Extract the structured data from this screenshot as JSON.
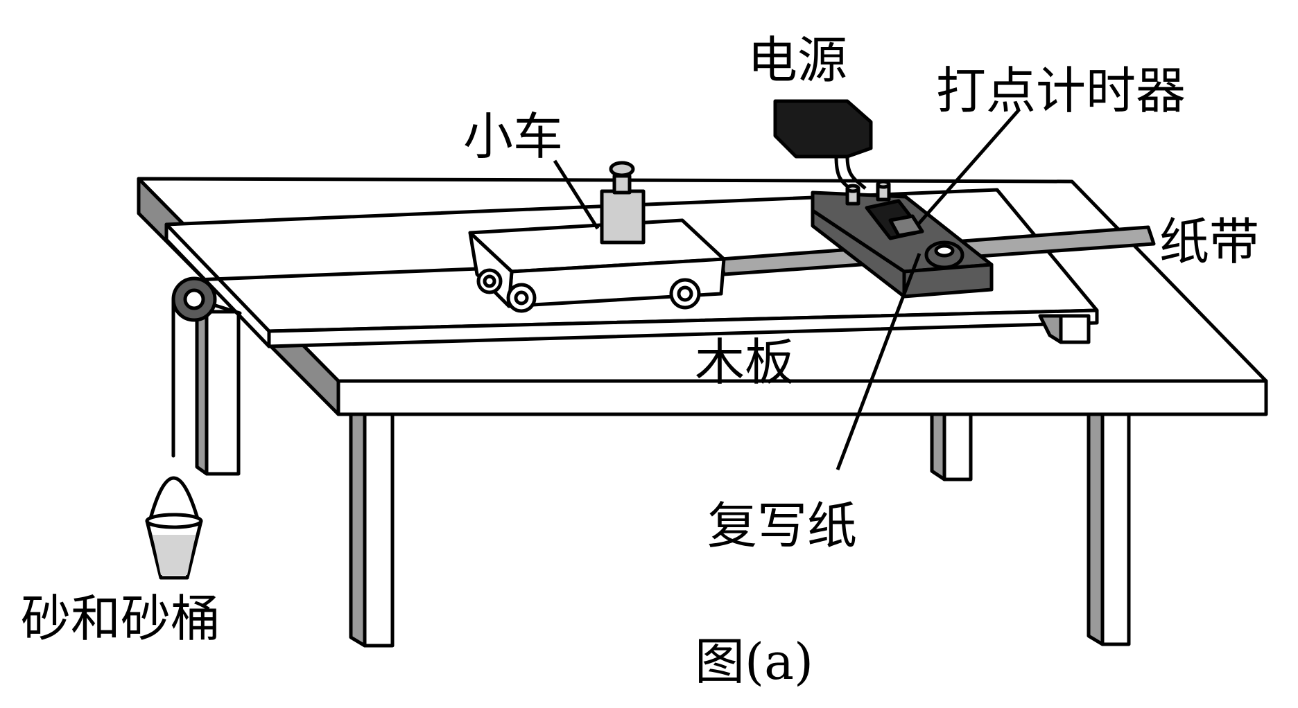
{
  "figure": {
    "caption": "图(a)",
    "labels": {
      "power_supply": "电源",
      "timer": "打点计时器",
      "cart": "小车",
      "paper_tape": "纸带",
      "board": "木板",
      "carbon_paper": "复写纸",
      "sand_bucket": "砂和砂桶"
    }
  },
  "colors": {
    "line": "#000000",
    "white": "#ffffff",
    "table_edge": "#8a8a8a",
    "leg_shade": "#9a9a9a",
    "tape": "#a8a8a8",
    "timer_body": "#5a5a5a",
    "timer_dark": "#1a1a1a",
    "weight": "#cfcfcf",
    "sand": "#d4d4d4"
  }
}
